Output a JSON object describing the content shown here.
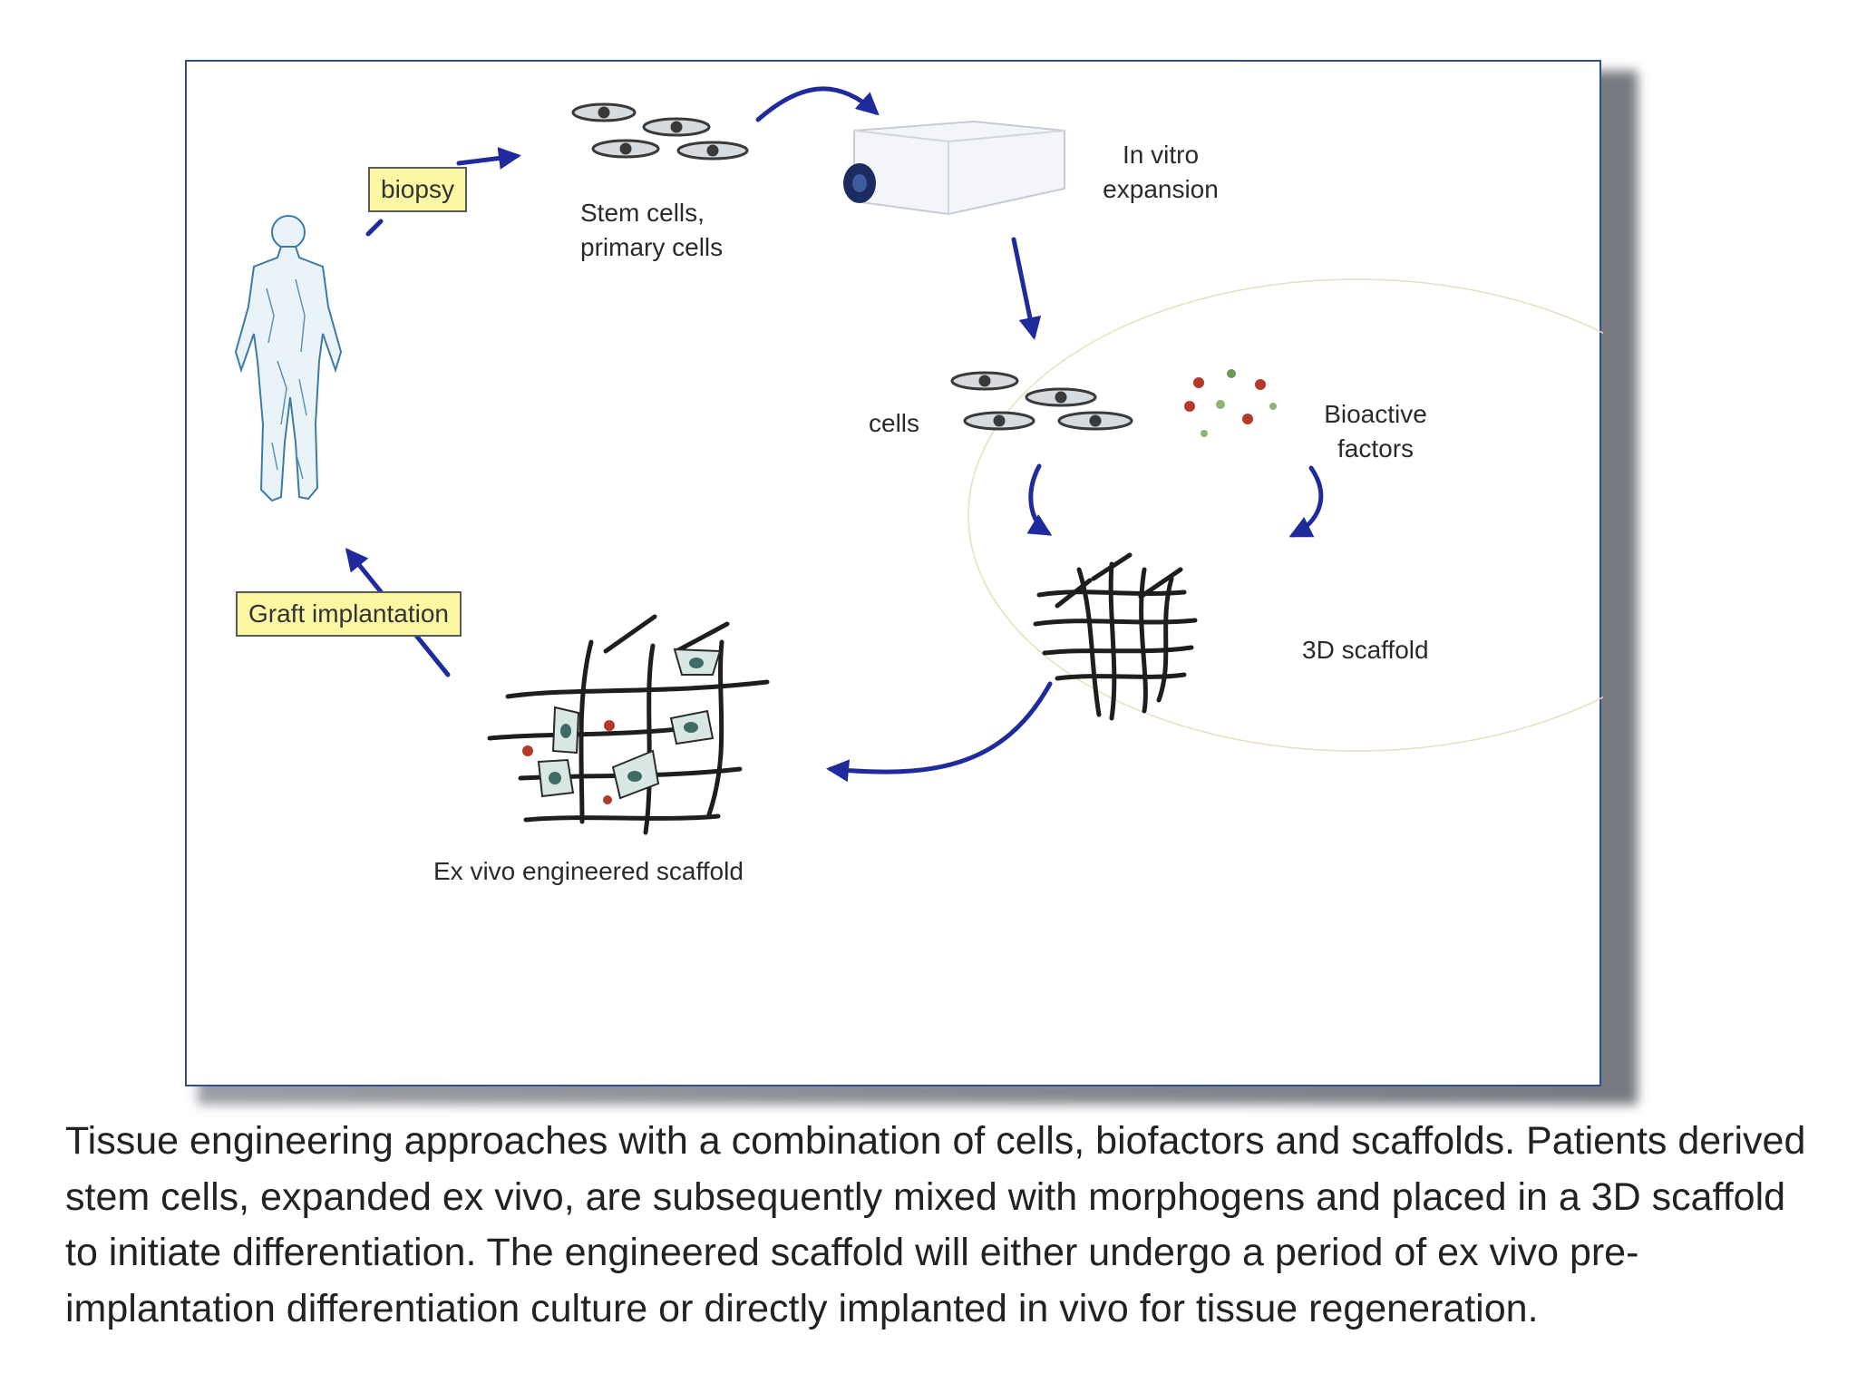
{
  "diagram": {
    "labels": {
      "biopsy": "biopsy",
      "stem_cells": "Stem cells,\nprimary cells",
      "in_vitro": "In vitro\nexpansion",
      "cells": "cells",
      "bioactive": "Bioactive\nfactors",
      "scaffold_3d": "3D scaffold",
      "graft": "Graft implantation",
      "ex_vivo": "Ex vivo engineered scaffold"
    },
    "colors": {
      "arrow": "#1f2a9c",
      "tag_fill": "#fbf7a3",
      "ellipse_stroke": "#e6dfbf",
      "body_outline": "#3c7aa8",
      "frame_border": "#2f4f8f",
      "factor_red": "#b33a2a",
      "factor_green": "#6e9a58"
    }
  },
  "caption": "Tissue engineering approaches with a combination of cells, biofactors and scaffolds. Patients derived stem cells, expanded ex vivo, are subsequently mixed with morphogens and placed in a 3D scaffold to initiate differentiation. The engineered scaffold will either undergo a period of ex vivo pre-implantation differentiation culture or directly implanted in vivo for tissue regeneration."
}
